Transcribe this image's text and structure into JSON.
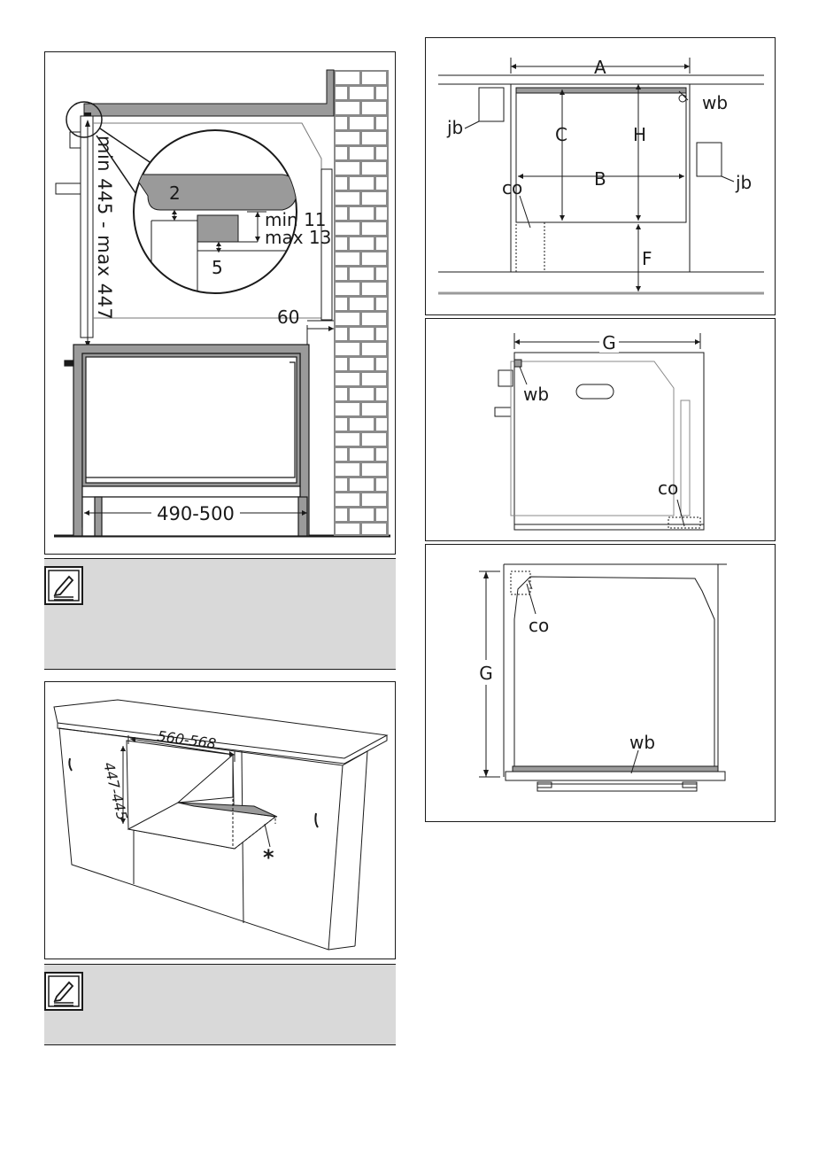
{
  "fig1": {
    "dim_height": "min 445 - max 447",
    "dim_2": "2",
    "dim_min": "min 11",
    "dim_max": "max 13",
    "dim_5": "5",
    "dim_60": "60",
    "dim_depth": "490-500"
  },
  "fig2": {
    "dim_width": "560-568",
    "dim_height": "447-445",
    "asterisk": "*"
  },
  "fig3": {
    "A": "A",
    "B": "B",
    "C": "C",
    "H": "H",
    "F": "F",
    "jb_left": "jb",
    "jb_right": "jb",
    "wb": "wb",
    "co": "co"
  },
  "fig4": {
    "G": "G",
    "wb": "wb",
    "co": "co"
  },
  "fig5": {
    "G": "G",
    "co": "co",
    "wb": "wb"
  },
  "colors": {
    "line": "#1a1a1a",
    "gray_fill": "#9a9a9a",
    "note_bg": "#d9d9d9"
  },
  "icons": [
    "pencil-note-icon"
  ]
}
